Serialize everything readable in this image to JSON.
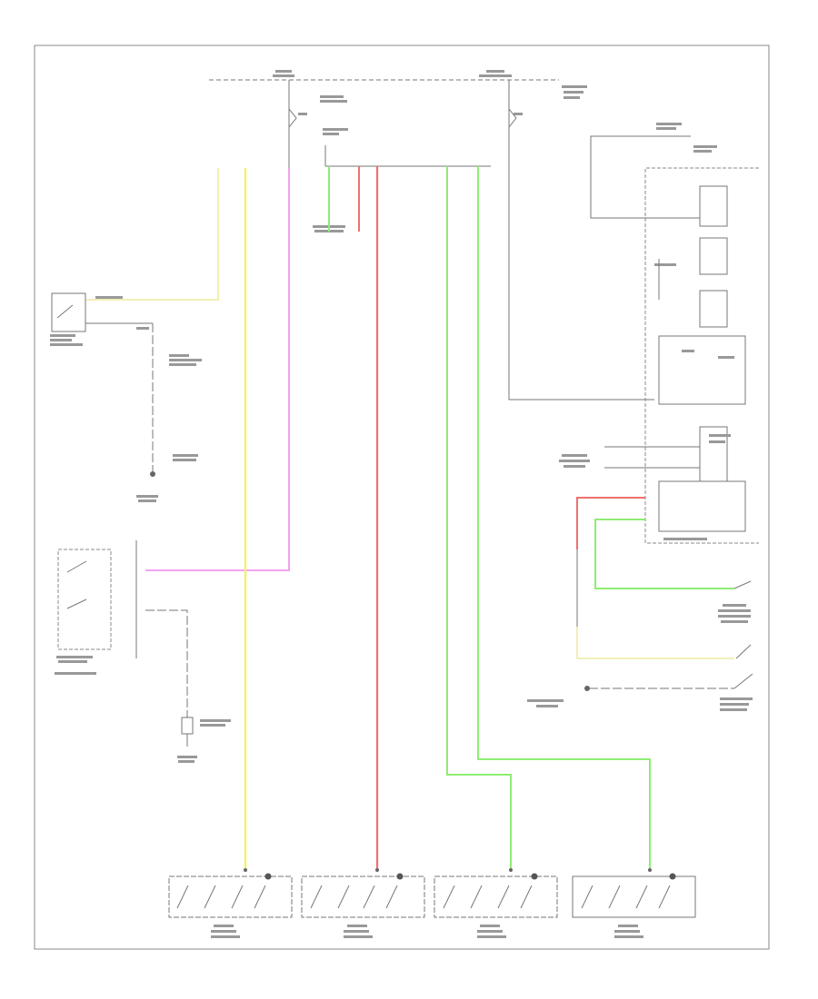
{
  "colors": {
    "frame": "#8a8a8a",
    "line": "#6e6e6e",
    "yellow": "#f5f25a",
    "pale_yellow": "#efe9a0",
    "pink": "#f2a2ee",
    "red": "#f07070",
    "green": "#8fec74",
    "green_dark": "#35c235"
  },
  "connectors": [
    {
      "name": "left-front-connector",
      "filled": false
    },
    {
      "name": "left-rear-connector",
      "filled": false
    },
    {
      "name": "right-rear-connector",
      "filled": false
    },
    {
      "name": "right-front-connector",
      "filled": true
    }
  ],
  "page_code": ""
}
